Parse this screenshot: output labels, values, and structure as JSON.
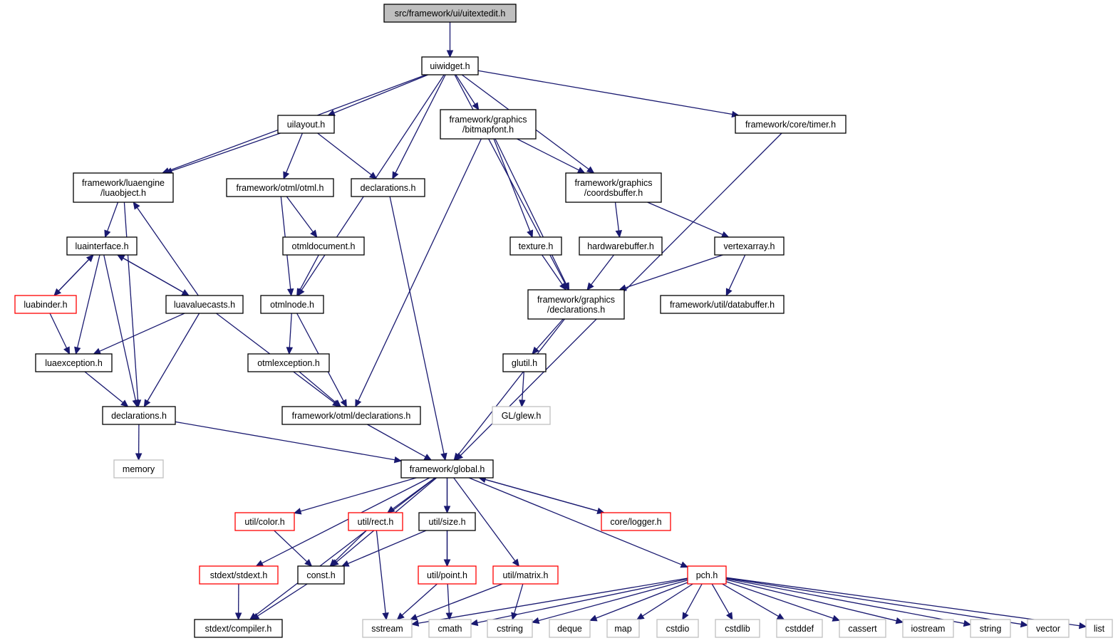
{
  "colors": {
    "edge": "#191970",
    "normal_border": "#000000",
    "missing_border": "#bfbfbf",
    "truncated_border": "#ff0000",
    "root_fill": "#bfbfbf",
    "fill": "#ffffff"
  },
  "nodes": [
    {
      "id": "root",
      "lines": [
        "src/framework/ui/uitextedit.h"
      ],
      "kind": "root"
    },
    {
      "id": "uiwidget",
      "lines": [
        "uiwidget.h"
      ],
      "kind": "normal"
    },
    {
      "id": "uilayout",
      "lines": [
        "uilayout.h"
      ],
      "kind": "normal"
    },
    {
      "id": "bitmapfont",
      "lines": [
        "framework/graphics",
        "/bitmapfont.h"
      ],
      "kind": "normal"
    },
    {
      "id": "timer",
      "lines": [
        "framework/core/timer.h"
      ],
      "kind": "normal"
    },
    {
      "id": "luaobject",
      "lines": [
        "framework/luaengine",
        "/luaobject.h"
      ],
      "kind": "normal"
    },
    {
      "id": "otml",
      "lines": [
        "framework/otml/otml.h"
      ],
      "kind": "normal"
    },
    {
      "id": "declarations_ui",
      "lines": [
        "declarations.h"
      ],
      "kind": "normal"
    },
    {
      "id": "coordsbuffer",
      "lines": [
        "framework/graphics",
        "/coordsbuffer.h"
      ],
      "kind": "normal"
    },
    {
      "id": "luainterface",
      "lines": [
        "luainterface.h"
      ],
      "kind": "normal"
    },
    {
      "id": "otmldocument",
      "lines": [
        "otmldocument.h"
      ],
      "kind": "normal"
    },
    {
      "id": "texture",
      "lines": [
        "texture.h"
      ],
      "kind": "normal"
    },
    {
      "id": "hardwarebuffer",
      "lines": [
        "hardwarebuffer.h"
      ],
      "kind": "normal"
    },
    {
      "id": "vertexarray",
      "lines": [
        "vertexarray.h"
      ],
      "kind": "normal"
    },
    {
      "id": "luabinder",
      "lines": [
        "luabinder.h"
      ],
      "kind": "truncated"
    },
    {
      "id": "luavaluecasts",
      "lines": [
        "luavaluecasts.h"
      ],
      "kind": "normal"
    },
    {
      "id": "otmlnode",
      "lines": [
        "otmlnode.h"
      ],
      "kind": "normal"
    },
    {
      "id": "graphics_decl",
      "lines": [
        "framework/graphics",
        "/declarations.h"
      ],
      "kind": "normal"
    },
    {
      "id": "databuffer",
      "lines": [
        "framework/util/databuffer.h"
      ],
      "kind": "normal"
    },
    {
      "id": "luaexception",
      "lines": [
        "luaexception.h"
      ],
      "kind": "normal"
    },
    {
      "id": "otmlexception",
      "lines": [
        "otmlexception.h"
      ],
      "kind": "normal"
    },
    {
      "id": "glutil",
      "lines": [
        "glutil.h"
      ],
      "kind": "normal"
    },
    {
      "id": "declarations_lua",
      "lines": [
        "declarations.h"
      ],
      "kind": "normal"
    },
    {
      "id": "otml_decl",
      "lines": [
        "framework/otml/declarations.h"
      ],
      "kind": "normal"
    },
    {
      "id": "glew",
      "lines": [
        "GL/glew.h"
      ],
      "kind": "missing"
    },
    {
      "id": "memory",
      "lines": [
        "memory"
      ],
      "kind": "missing"
    },
    {
      "id": "global",
      "lines": [
        "framework/global.h"
      ],
      "kind": "normal"
    },
    {
      "id": "color",
      "lines": [
        "util/color.h"
      ],
      "kind": "truncated"
    },
    {
      "id": "rect",
      "lines": [
        "util/rect.h"
      ],
      "kind": "truncated"
    },
    {
      "id": "size",
      "lines": [
        "util/size.h"
      ],
      "kind": "normal"
    },
    {
      "id": "logger",
      "lines": [
        "core/logger.h"
      ],
      "kind": "truncated"
    },
    {
      "id": "stdext",
      "lines": [
        "stdext/stdext.h"
      ],
      "kind": "truncated"
    },
    {
      "id": "const",
      "lines": [
        "const.h"
      ],
      "kind": "normal"
    },
    {
      "id": "point",
      "lines": [
        "util/point.h"
      ],
      "kind": "truncated"
    },
    {
      "id": "matrix",
      "lines": [
        "util/matrix.h"
      ],
      "kind": "truncated"
    },
    {
      "id": "pch",
      "lines": [
        "pch.h"
      ],
      "kind": "truncated"
    },
    {
      "id": "compiler",
      "lines": [
        "stdext/compiler.h"
      ],
      "kind": "normal"
    },
    {
      "id": "sstream",
      "lines": [
        "sstream"
      ],
      "kind": "missing"
    },
    {
      "id": "cmath",
      "lines": [
        "cmath"
      ],
      "kind": "missing"
    },
    {
      "id": "cstring",
      "lines": [
        "cstring"
      ],
      "kind": "missing"
    },
    {
      "id": "deque",
      "lines": [
        "deque"
      ],
      "kind": "missing"
    },
    {
      "id": "map",
      "lines": [
        "map"
      ],
      "kind": "missing"
    },
    {
      "id": "cstdio",
      "lines": [
        "cstdio"
      ],
      "kind": "missing"
    },
    {
      "id": "cstdlib",
      "lines": [
        "cstdlib"
      ],
      "kind": "missing"
    },
    {
      "id": "cstddef",
      "lines": [
        "cstddef"
      ],
      "kind": "missing"
    },
    {
      "id": "cassert",
      "lines": [
        "cassert"
      ],
      "kind": "missing"
    },
    {
      "id": "iostream",
      "lines": [
        "iostream"
      ],
      "kind": "missing"
    },
    {
      "id": "string",
      "lines": [
        "string"
      ],
      "kind": "missing"
    },
    {
      "id": "vector",
      "lines": [
        "vector"
      ],
      "kind": "missing"
    },
    {
      "id": "list",
      "lines": [
        "list"
      ],
      "kind": "missing"
    }
  ],
  "edges": [
    [
      "root",
      "uiwidget"
    ],
    [
      "uiwidget",
      "uilayout"
    ],
    [
      "uiwidget",
      "bitmapfont"
    ],
    [
      "uiwidget",
      "timer"
    ],
    [
      "uiwidget",
      "luaobject"
    ],
    [
      "uiwidget",
      "declarations_ui"
    ],
    [
      "uiwidget",
      "coordsbuffer"
    ],
    [
      "uiwidget",
      "otmlnode"
    ],
    [
      "uiwidget",
      "graphics_decl"
    ],
    [
      "uilayout",
      "luaobject"
    ],
    [
      "uilayout",
      "otml"
    ],
    [
      "uilayout",
      "declarations_ui"
    ],
    [
      "bitmapfont",
      "coordsbuffer"
    ],
    [
      "bitmapfont",
      "texture"
    ],
    [
      "bitmapfont",
      "graphics_decl"
    ],
    [
      "bitmapfont",
      "otml_decl"
    ],
    [
      "timer",
      "global"
    ],
    [
      "luaobject",
      "luainterface"
    ],
    [
      "luaobject",
      "declarations_lua"
    ],
    [
      "otml",
      "otmldocument"
    ],
    [
      "otml",
      "otmlnode"
    ],
    [
      "declarations_ui",
      "global"
    ],
    [
      "coordsbuffer",
      "hardwarebuffer"
    ],
    [
      "coordsbuffer",
      "vertexarray"
    ],
    [
      "luainterface",
      "luabinder"
    ],
    [
      "luainterface",
      "luavaluecasts"
    ],
    [
      "luainterface",
      "luaexception"
    ],
    [
      "luainterface",
      "declarations_lua"
    ],
    [
      "otmldocument",
      "otmlnode"
    ],
    [
      "texture",
      "graphics_decl"
    ],
    [
      "hardwarebuffer",
      "graphics_decl"
    ],
    [
      "vertexarray",
      "graphics_decl"
    ],
    [
      "vertexarray",
      "databuffer"
    ],
    [
      "luabinder",
      "luainterface"
    ],
    [
      "luabinder",
      "luaexception"
    ],
    [
      "luavaluecasts",
      "luainterface"
    ],
    [
      "luavaluecasts",
      "luaobject"
    ],
    [
      "luavaluecasts",
      "luaexception"
    ],
    [
      "luavaluecasts",
      "declarations_lua"
    ],
    [
      "luavaluecasts",
      "otml_decl"
    ],
    [
      "otmlnode",
      "otmlexception"
    ],
    [
      "otmlnode",
      "otml_decl"
    ],
    [
      "graphics_decl",
      "glutil"
    ],
    [
      "graphics_decl",
      "global"
    ],
    [
      "luaexception",
      "declarations_lua"
    ],
    [
      "otmlexception",
      "otml_decl"
    ],
    [
      "glutil",
      "glew"
    ],
    [
      "declarations_lua",
      "memory"
    ],
    [
      "declarations_lua",
      "global"
    ],
    [
      "otml_decl",
      "global"
    ],
    [
      "global",
      "color"
    ],
    [
      "global",
      "rect"
    ],
    [
      "global",
      "size"
    ],
    [
      "global",
      "logger"
    ],
    [
      "global",
      "stdext"
    ],
    [
      "global",
      "const"
    ],
    [
      "global",
      "point"
    ],
    [
      "global",
      "matrix"
    ],
    [
      "global",
      "pch"
    ],
    [
      "global",
      "compiler"
    ],
    [
      "logger",
      "global"
    ],
    [
      "color",
      "const"
    ],
    [
      "rect",
      "const"
    ],
    [
      "rect",
      "sstream"
    ],
    [
      "size",
      "const"
    ],
    [
      "size",
      "point"
    ],
    [
      "stdext",
      "compiler"
    ],
    [
      "const",
      "compiler"
    ],
    [
      "point",
      "sstream"
    ],
    [
      "point",
      "cmath"
    ],
    [
      "matrix",
      "sstream"
    ],
    [
      "matrix",
      "cstring"
    ],
    [
      "pch",
      "sstream"
    ],
    [
      "pch",
      "cmath"
    ],
    [
      "pch",
      "cstring"
    ],
    [
      "pch",
      "deque"
    ],
    [
      "pch",
      "map"
    ],
    [
      "pch",
      "cstdio"
    ],
    [
      "pch",
      "cstdlib"
    ],
    [
      "pch",
      "cstddef"
    ],
    [
      "pch",
      "cassert"
    ],
    [
      "pch",
      "iostream"
    ],
    [
      "pch",
      "string"
    ],
    [
      "pch",
      "vector"
    ],
    [
      "pch",
      "list"
    ]
  ]
}
